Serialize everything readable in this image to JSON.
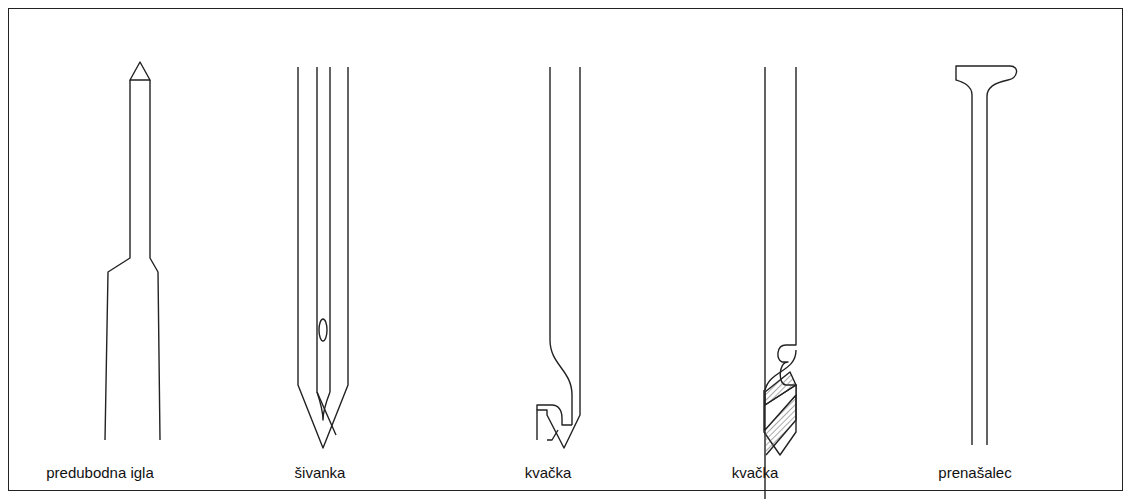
{
  "diagram": {
    "labels": [
      "predubodna igla",
      "šivanka",
      "kvačka",
      "kvačka",
      "prenašalec"
    ]
  }
}
